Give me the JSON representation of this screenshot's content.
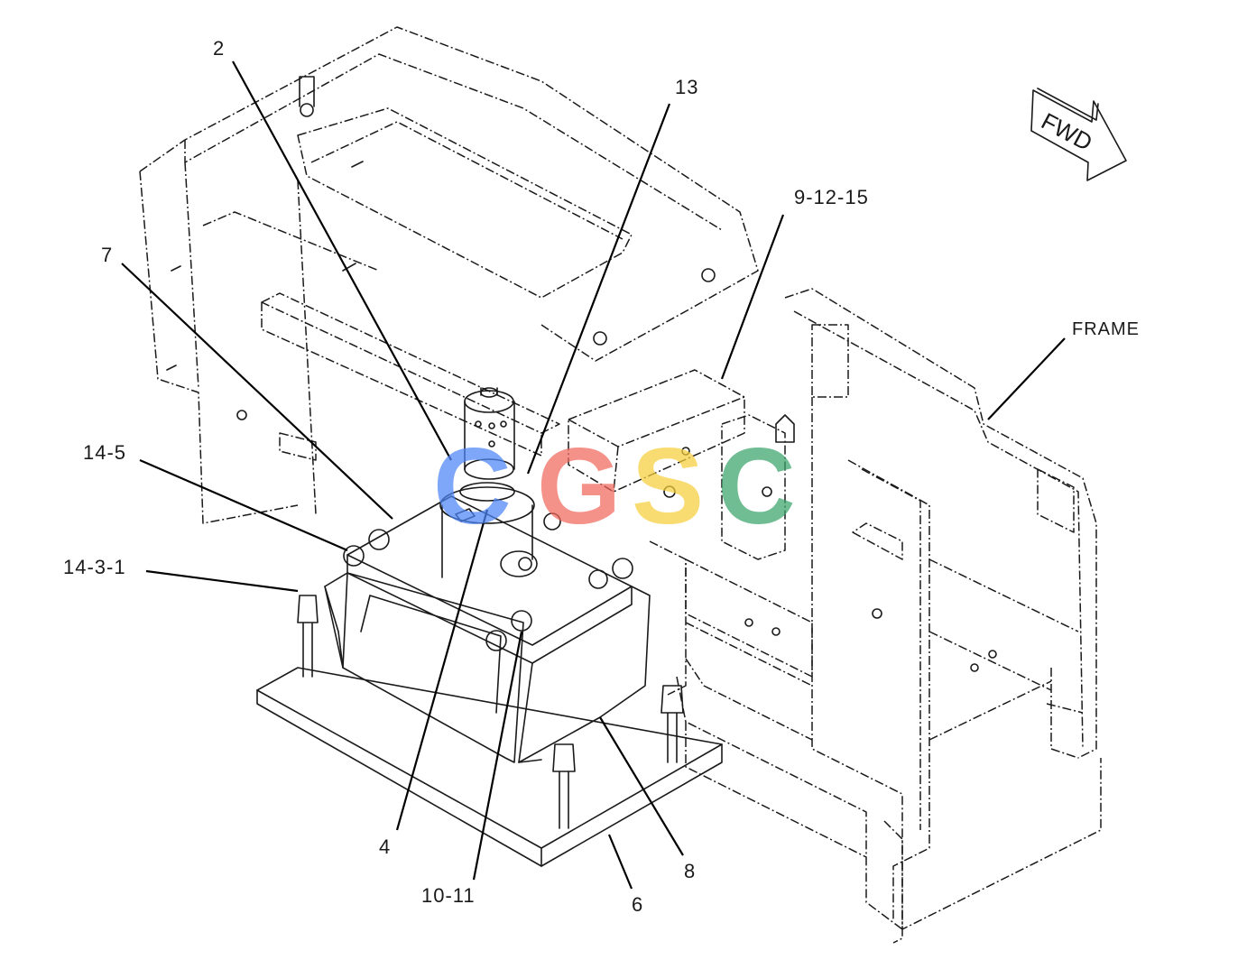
{
  "labels": {
    "p2": "2",
    "p13": "13",
    "p9_12_15": "9-12-15",
    "p7": "7",
    "frame": "FRAME",
    "p14_5": "14-5",
    "p14_3_1": "14-3-1",
    "p4": "4",
    "p10_11": "10-11",
    "p6": "6",
    "p8": "8",
    "fwd": "FWD"
  },
  "watermark": {
    "letters": [
      "C",
      "G",
      "S",
      "C"
    ],
    "colors": [
      "#4f86f7",
      "#f0675d",
      "#f7cf3b",
      "#3aa56b"
    ]
  },
  "colors": {
    "ink": "#1a1a1a",
    "background": "#ffffff"
  }
}
